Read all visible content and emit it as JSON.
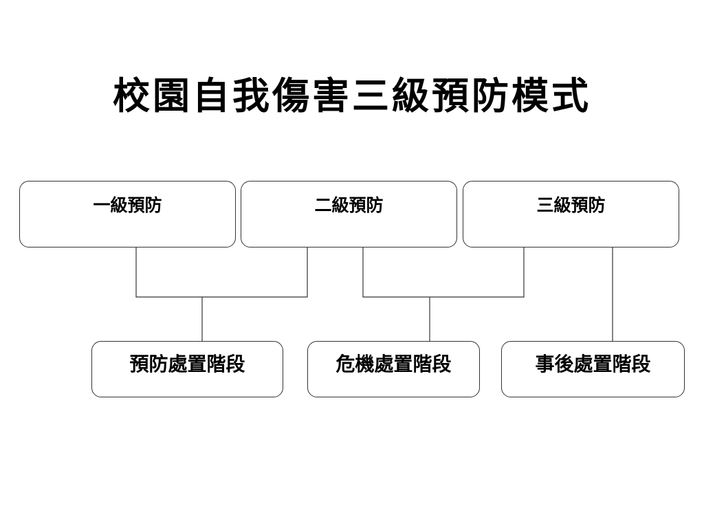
{
  "title": "校園自我傷害三級預防模式",
  "prevention_levels": [
    {
      "label": "一級預防"
    },
    {
      "label": "二級預防"
    },
    {
      "label": "三級預防"
    }
  ],
  "stages": [
    {
      "label": "預防處置階段"
    },
    {
      "label": "危機處置階段"
    },
    {
      "label": "事後處置階段"
    }
  ],
  "line_color": "#333333"
}
